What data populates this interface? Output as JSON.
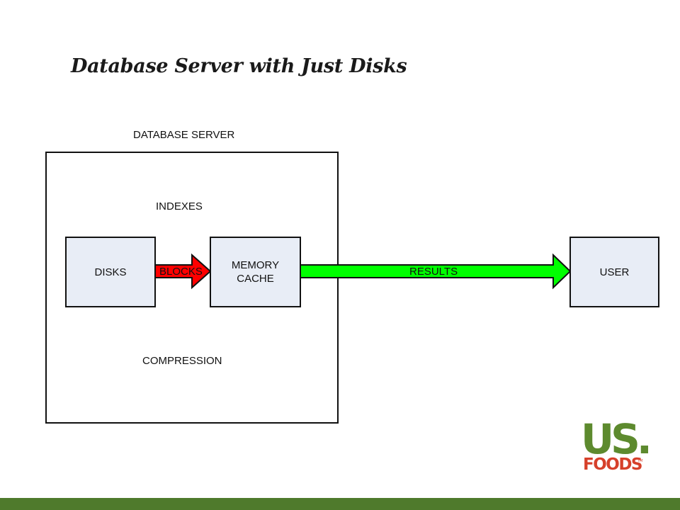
{
  "title": "Database Server with Just Disks",
  "server_label": "DATABASE SERVER",
  "labels": {
    "indexes": "INDEXES",
    "compression": "COMPRESSION"
  },
  "boxes": {
    "disks": "DISKS",
    "memory_cache": "MEMORY\nCACHE",
    "user": "USER"
  },
  "arrows": {
    "blocks": {
      "label": "BLOCKS",
      "color": "#ff0000"
    },
    "results": {
      "label": "RESULTS",
      "color": "#00ff00"
    }
  },
  "logo": {
    "line1": "US.",
    "line2": "FOODS",
    "mark": "TM",
    "green": "#5d8a2e",
    "red": "#d6402a"
  },
  "colors": {
    "box_fill": "#e8edf6",
    "bar": "#4f7a2c"
  }
}
